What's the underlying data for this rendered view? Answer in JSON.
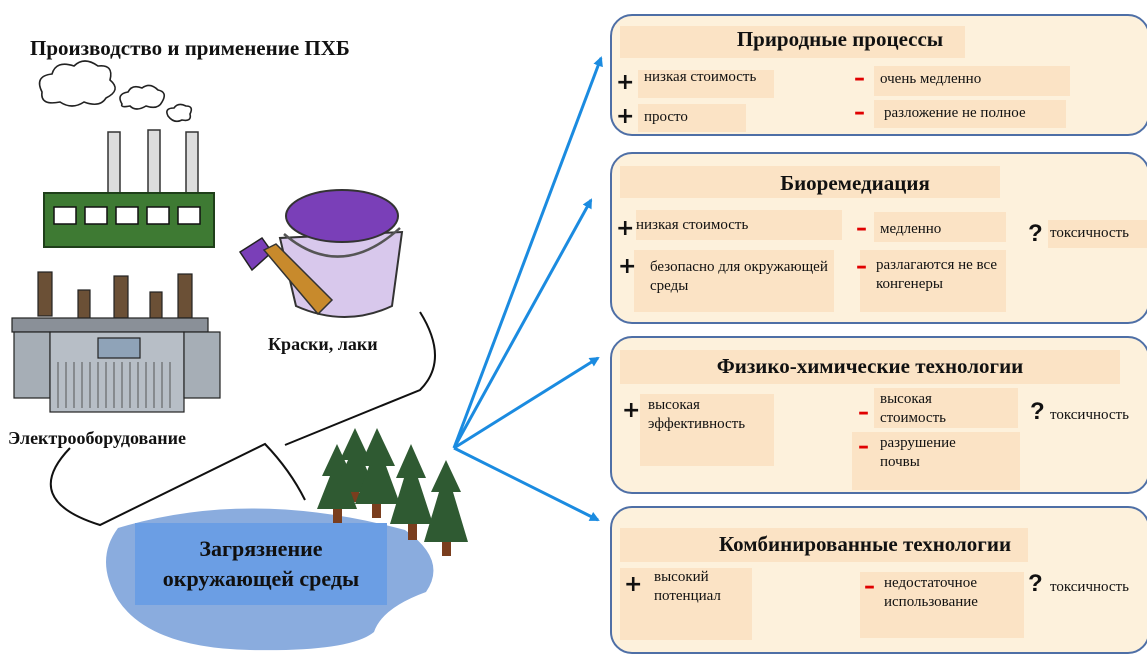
{
  "main_title": "Производство и применение ПХБ",
  "sources": {
    "paints_label": "Краски, лаки",
    "electrical_label": "Электрооборудование"
  },
  "pollution_label": "Загрязнение окружающей среды",
  "methods": [
    {
      "title": "Природные процессы",
      "pros": [
        "низкая стоимость",
        "просто"
      ],
      "cons": [
        "очень медленно",
        "разложение не полное"
      ]
    },
    {
      "title": "Биоремедиация",
      "pros": [
        "низкая стоимость",
        "безопасно для окружающей среды"
      ],
      "cons": [
        "медленно",
        "разлагаются не все конгенеры"
      ],
      "question": "токсичность"
    },
    {
      "title": "Физико-химические технологии",
      "pros": [
        "высокая эффективность"
      ],
      "cons": [
        "высокая стоимость",
        "разрушение почвы"
      ],
      "question": "токсичность"
    },
    {
      "title": "Комбинированные технологии",
      "pros": [
        "высокий потенциал"
      ],
      "cons": [
        "недостаточное использование"
      ],
      "question": "токсичность"
    }
  ],
  "symbols": {
    "plus": "+",
    "minus": "–",
    "question": "?"
  },
  "colors": {
    "box_fill": "#fdf1dc",
    "box_border": "#4e6fa6",
    "arrow": "#1b8be0",
    "minus": "#e00000",
    "lake": "#6b9ee4",
    "tree": "#2f5a32",
    "factory": "#3e7a33",
    "paint": "#7a3fb8"
  }
}
